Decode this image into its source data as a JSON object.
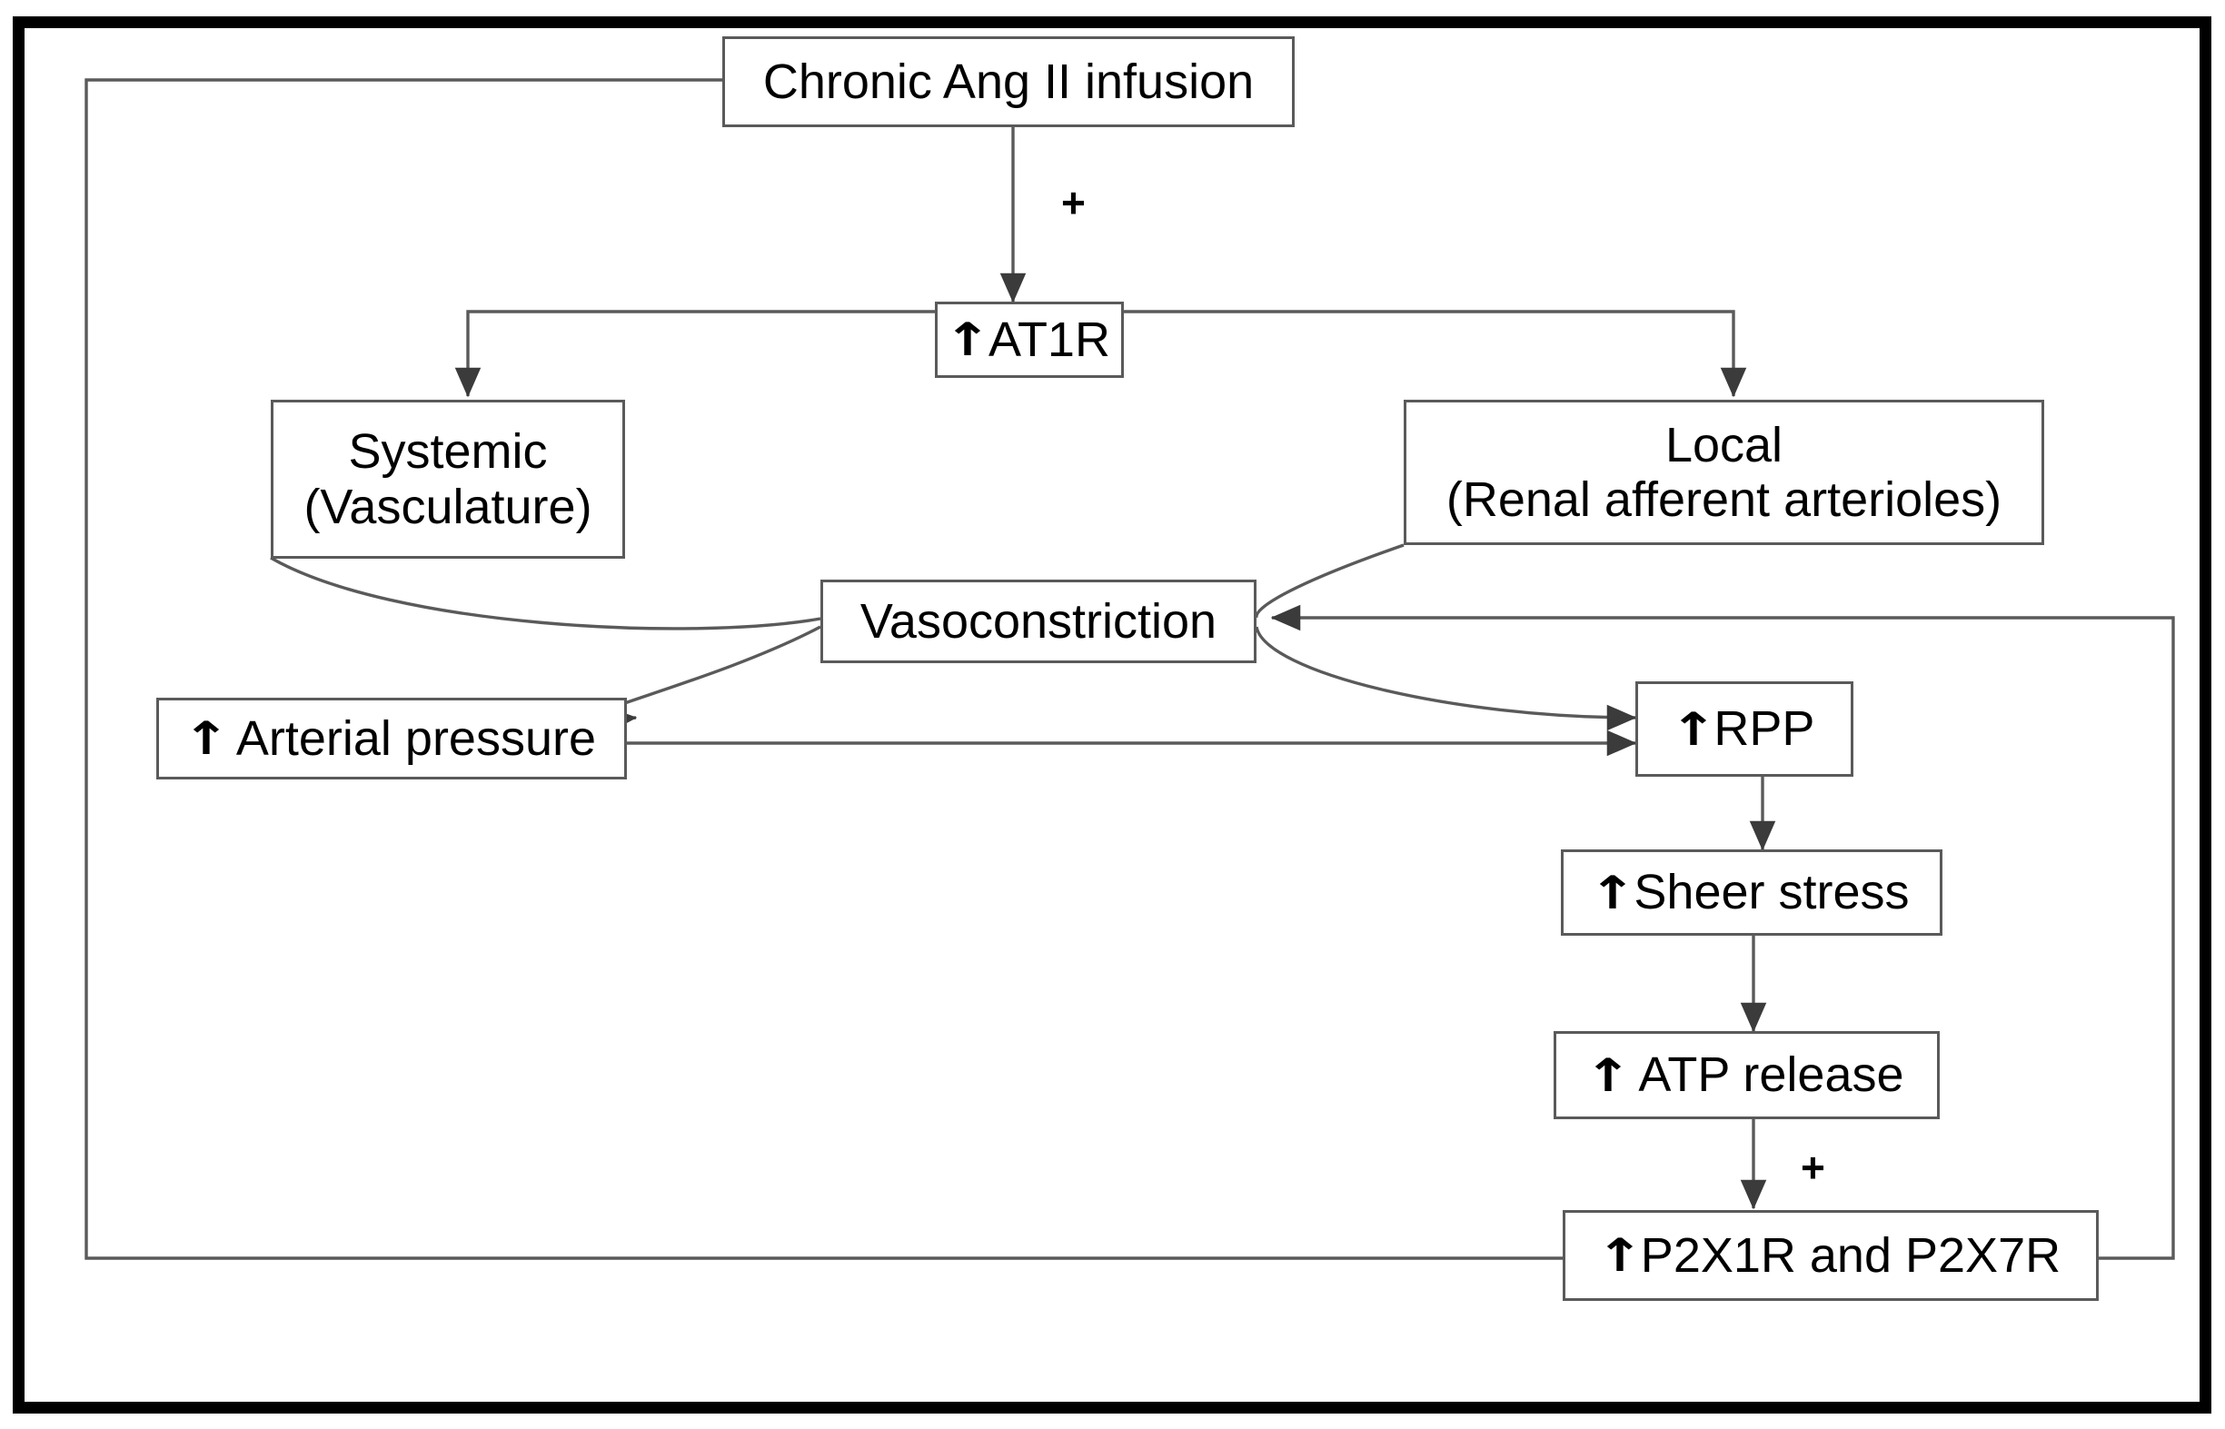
{
  "figure": {
    "title": "Chronic Ang II infusion signalling pathway flowchart",
    "border_color": "#000000",
    "node_border_color": "#5a5a5a",
    "connector_color": "#5a5a5a",
    "background": "#ffffff"
  },
  "nodes": {
    "ang2": {
      "label": "Chronic Ang II infusion",
      "arrow": ""
    },
    "at1r": {
      "label": "AT1R",
      "arrow": "↑"
    },
    "systemic": {
      "line1": "Systemic",
      "line2": "(Vasculature)"
    },
    "local": {
      "line1": "Local",
      "line2": "(Renal afferent arterioles)"
    },
    "vasoconstriction": {
      "label": "Vasoconstriction",
      "arrow": ""
    },
    "arterial_pressure": {
      "label": "Arterial pressure",
      "arrow": "↑"
    },
    "rpp": {
      "label": "RPP",
      "arrow": "↑"
    },
    "sheer_stress": {
      "label": "Sheer stress",
      "arrow": "↑"
    },
    "atp_release": {
      "label": "ATP release",
      "arrow": "↑"
    },
    "p2x": {
      "label": "P2X1R and P2X7R",
      "arrow": "↑"
    }
  },
  "annotations": {
    "plus_ang2_at1r": "+",
    "plus_atp_p2x": "+"
  },
  "chart_data": {
    "type": "diagram",
    "title": "Chronic Ang II infusion flowchart",
    "nodes": [
      {
        "id": "ang2",
        "text": "Chronic Ang II infusion"
      },
      {
        "id": "at1r",
        "text": "↑AT1R"
      },
      {
        "id": "systemic",
        "text": "Systemic (Vasculature)"
      },
      {
        "id": "local",
        "text": "Local (Renal afferent arterioles)"
      },
      {
        "id": "vasoconstriction",
        "text": "Vasoconstriction"
      },
      {
        "id": "arterial_pressure",
        "text": "↑ Arterial pressure"
      },
      {
        "id": "rpp",
        "text": "↑RPP"
      },
      {
        "id": "sheer_stress",
        "text": "↑Sheer stress"
      },
      {
        "id": "atp_release",
        "text": "↑ ATP release"
      },
      {
        "id": "p2x",
        "text": "↑P2X1R and P2X7R"
      }
    ],
    "edges": [
      {
        "from": "ang2",
        "to": "at1r",
        "label": "+",
        "style": "arrow"
      },
      {
        "from": "at1r",
        "to": "systemic",
        "label": "",
        "style": "arrow"
      },
      {
        "from": "at1r",
        "to": "local",
        "label": "",
        "style": "arrow"
      },
      {
        "from": "systemic",
        "to": "vasoconstriction",
        "label": "",
        "style": "curve"
      },
      {
        "from": "local",
        "to": "vasoconstriction",
        "label": "",
        "style": "curve"
      },
      {
        "from": "vasoconstriction",
        "to": "arterial_pressure",
        "label": "",
        "style": "curve-arrow"
      },
      {
        "from": "vasoconstriction",
        "to": "rpp",
        "label": "",
        "style": "curve-arrow"
      },
      {
        "from": "arterial_pressure",
        "to": "rpp",
        "label": "",
        "style": "arrow"
      },
      {
        "from": "rpp",
        "to": "sheer_stress",
        "label": "",
        "style": "arrow"
      },
      {
        "from": "sheer_stress",
        "to": "atp_release",
        "label": "",
        "style": "arrow"
      },
      {
        "from": "atp_release",
        "to": "p2x",
        "label": "+",
        "style": "arrow"
      },
      {
        "from": "p2x",
        "to": "vasoconstriction",
        "label": "",
        "style": "feedback-right"
      },
      {
        "from": "p2x",
        "to": "ang2",
        "label": "",
        "style": "feedback-left"
      }
    ]
  }
}
